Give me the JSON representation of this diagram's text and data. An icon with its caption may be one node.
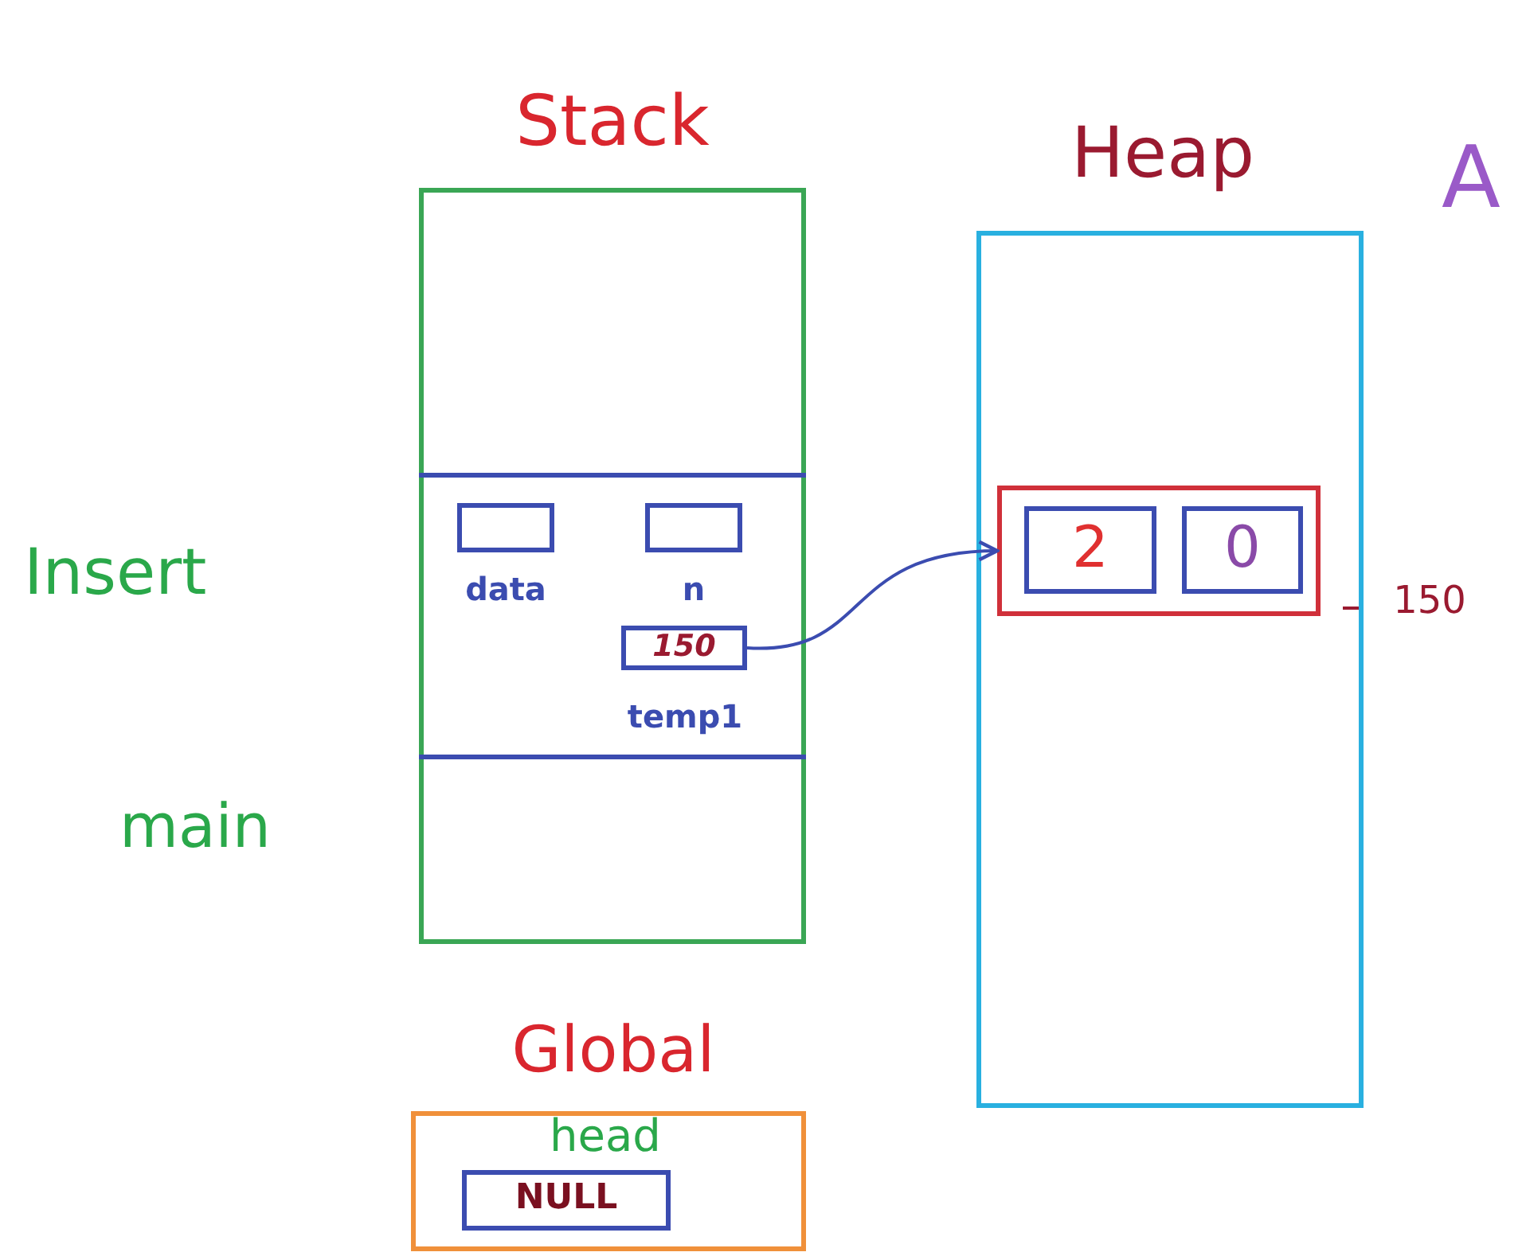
{
  "diagram": {
    "nodes": [
      {
        "text": [
          "Stack"
        ]
      },
      {
        "text": [],
        "shape": "box",
        "in": 0
      },
      {
        "text": [
          "data"
        ],
        "in": 1
      },
      {
        "text": [
          "n"
        ],
        "in": 1
      },
      {
        "text": [
          "150",
          "temp1"
        ],
        "in": 1
      },
      {
        "text": [],
        "shape": "box",
        "in": 0
      },
      {
        "text": [
          "Heap"
        ]
      },
      {
        "text": [],
        "shape": "box",
        "in": 6,
        "beside": [
          "150"
        ]
      },
      {
        "text": [
          "2"
        ],
        "in": 7
      },
      {
        "text": [
          "0"
        ],
        "in": 7
      },
      {
        "text": [
          "Global"
        ]
      },
      {
        "text": [
          "head",
          "NULL"
        ],
        "in": 10
      }
    ],
    "edges": [
      {
        "from": 4,
        "to": 7,
        "arrow": "to"
      }
    ],
    "labels": [
      "Insert",
      "main",
      "A"
    ]
  }
}
